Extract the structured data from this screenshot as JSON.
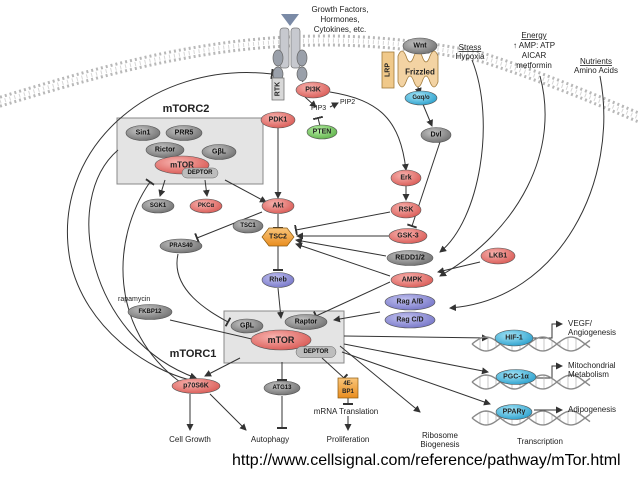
{
  "inputs": {
    "growth_factors": [
      "Growth Factors,",
      "Hormones,",
      "Cytokines, etc."
    ],
    "stress": [
      "Stress",
      "Hypoxia"
    ],
    "energy": [
      "Energy",
      "↑ AMP: ATP",
      "AICAR",
      "metformin"
    ],
    "nutrients": [
      "Nutrients",
      "Amino Acids"
    ]
  },
  "nodes": {
    "rtk": "RTK",
    "pi3k": "PI3K",
    "pdk1": "PDK1",
    "pip3": "PIP3",
    "pip2": "PIP2",
    "pten": "PTEN",
    "wnt": "Wnt",
    "lrp": "LRP",
    "frizzled": "Frizzled",
    "gaq": "Gαq/o",
    "dvl": "Dvl",
    "erk": "Erk",
    "rsk": "RSK",
    "gsk3": "GSK-3",
    "redd": "REDD1/2",
    "lkb1": "LKB1",
    "ampk": "AMPK",
    "ragab": "Rag A/B",
    "ragcd": "Rag C/D",
    "sin1": "Sin1",
    "prr5": "PRR5",
    "rictor": "Rictor",
    "gbl2": "GβL",
    "mtor2": "mTOR",
    "deptor2": "DEPTOR",
    "sgk1": "SGK1",
    "pkca": "PKCα",
    "akt": "Akt",
    "tsc1": "TSC1",
    "tsc2": "TSC2",
    "pras40": "PRAS40",
    "rheb": "Rheb",
    "rapamycin": "rapamycin",
    "fkbp12": "FKBP12",
    "gbl1": "GβL",
    "raptor": "Raptor",
    "mtor1": "mTOR",
    "deptor1": "DEPTOR",
    "p70s6k": "p70S6K",
    "atg13": "ATG13",
    "ebp1": [
      "4E-",
      "BP1"
    ],
    "hif1": "HIF-1",
    "pgc1a": "PGC-1α",
    "ppar": "PPARγ"
  },
  "complexes": {
    "mtorc2": "mTORC2",
    "mtorc1": "mTORC1"
  },
  "outputs": {
    "cell_growth": "Cell Growth",
    "autophagy": "Autophagy",
    "mrna_translation": "mRNA Translation",
    "proliferation": "Proliferation",
    "ribosome": [
      "Ribosome",
      "Biogenesis"
    ],
    "vegf": [
      "VEGF/",
      "Angiogenesis"
    ],
    "mito": [
      "Mitochondrial",
      "Metabolism"
    ],
    "adipogenesis": "Adipogenesis",
    "transcription": "Transcription"
  },
  "footer": {
    "url": "http://www.cellsignal.com/reference/pathway/mTor.html"
  },
  "colors": {
    "red_node": "#e8736f",
    "gray_node": "#8c8c8c",
    "blue_node": "#8f8fd6",
    "green_node": "#7fcf6a",
    "orange_node": "#f2a23a",
    "cyan_node": "#3fb6dc",
    "complex_fill": "#e4e4e4",
    "membrane": "#b8b8b8"
  }
}
